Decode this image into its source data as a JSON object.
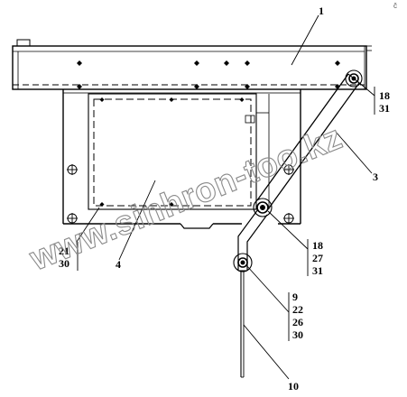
{
  "corner_mark": "č",
  "watermark": "www.sinhron-too.kz",
  "labels": {
    "part_1": "1",
    "part_3": "3",
    "part_4": "4",
    "part_10": "10",
    "group_a": [
      "18",
      "31"
    ],
    "group_b": [
      "18",
      "27",
      "31"
    ],
    "group_c": [
      "9",
      "22",
      "26",
      "30"
    ],
    "group_d": [
      "21",
      "30"
    ]
  },
  "colors": {
    "line": "#000000",
    "watermark": "#8a8a8a",
    "background": "#ffffff"
  }
}
